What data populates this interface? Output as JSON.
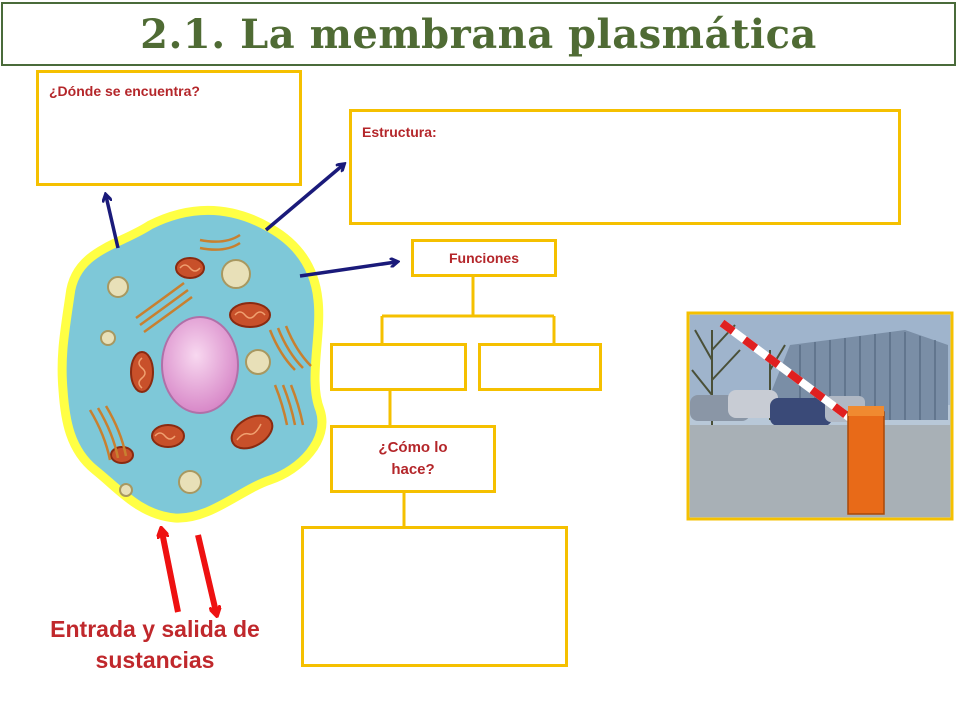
{
  "title": "2.1. La membrana plasmática",
  "boxes": {
    "where": "¿Dónde se encuentra?",
    "structure": "Estructura:",
    "functions": "Funciones",
    "how": "¿Cómo lo hace?"
  },
  "caption": "Entrada y salida de sustancias",
  "colors": {
    "title": "#4f6b34",
    "box_border": "#f5c000",
    "label": "#b4262a",
    "arrow_blue": "#1a1a7a",
    "arrow_red": "#ee1111",
    "cytoplasm": "#7ec8d8",
    "nucleus": "#e8a0d8"
  }
}
